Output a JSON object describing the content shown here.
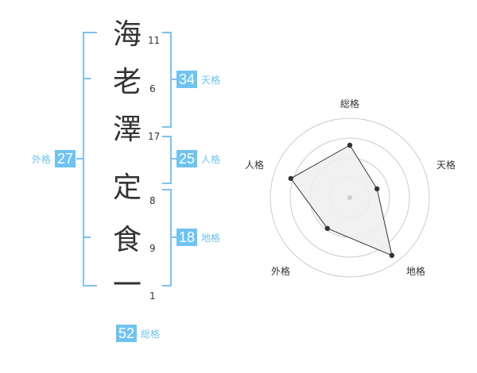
{
  "surname": [
    {
      "char": "海",
      "strokes": "11"
    },
    {
      "char": "老",
      "strokes": "6"
    },
    {
      "char": "澤",
      "strokes": "17"
    }
  ],
  "given": [
    {
      "char": "定",
      "strokes": "8"
    },
    {
      "char": "食",
      "strokes": "9"
    },
    {
      "char": "一",
      "strokes": "1"
    }
  ],
  "scores": {
    "tenkaku": {
      "value": "34",
      "label": "天格"
    },
    "jinkaku": {
      "value": "25",
      "label": "人格"
    },
    "chikaku": {
      "value": "18",
      "label": "地格"
    },
    "gaikaku": {
      "value": "27",
      "label": "外格"
    },
    "soukaku": {
      "value": "52",
      "label": "総格"
    }
  },
  "chart_data": {
    "type": "radar",
    "axes": [
      "総格",
      "天格",
      "地格",
      "外格",
      "人格"
    ],
    "values": [
      0.66,
      0.36,
      0.9,
      0.48,
      0.78
    ],
    "max": 1,
    "rings": 4,
    "colors": {
      "fill": "#eeeeee",
      "line": "#333333",
      "grid": "#cccccc"
    }
  }
}
